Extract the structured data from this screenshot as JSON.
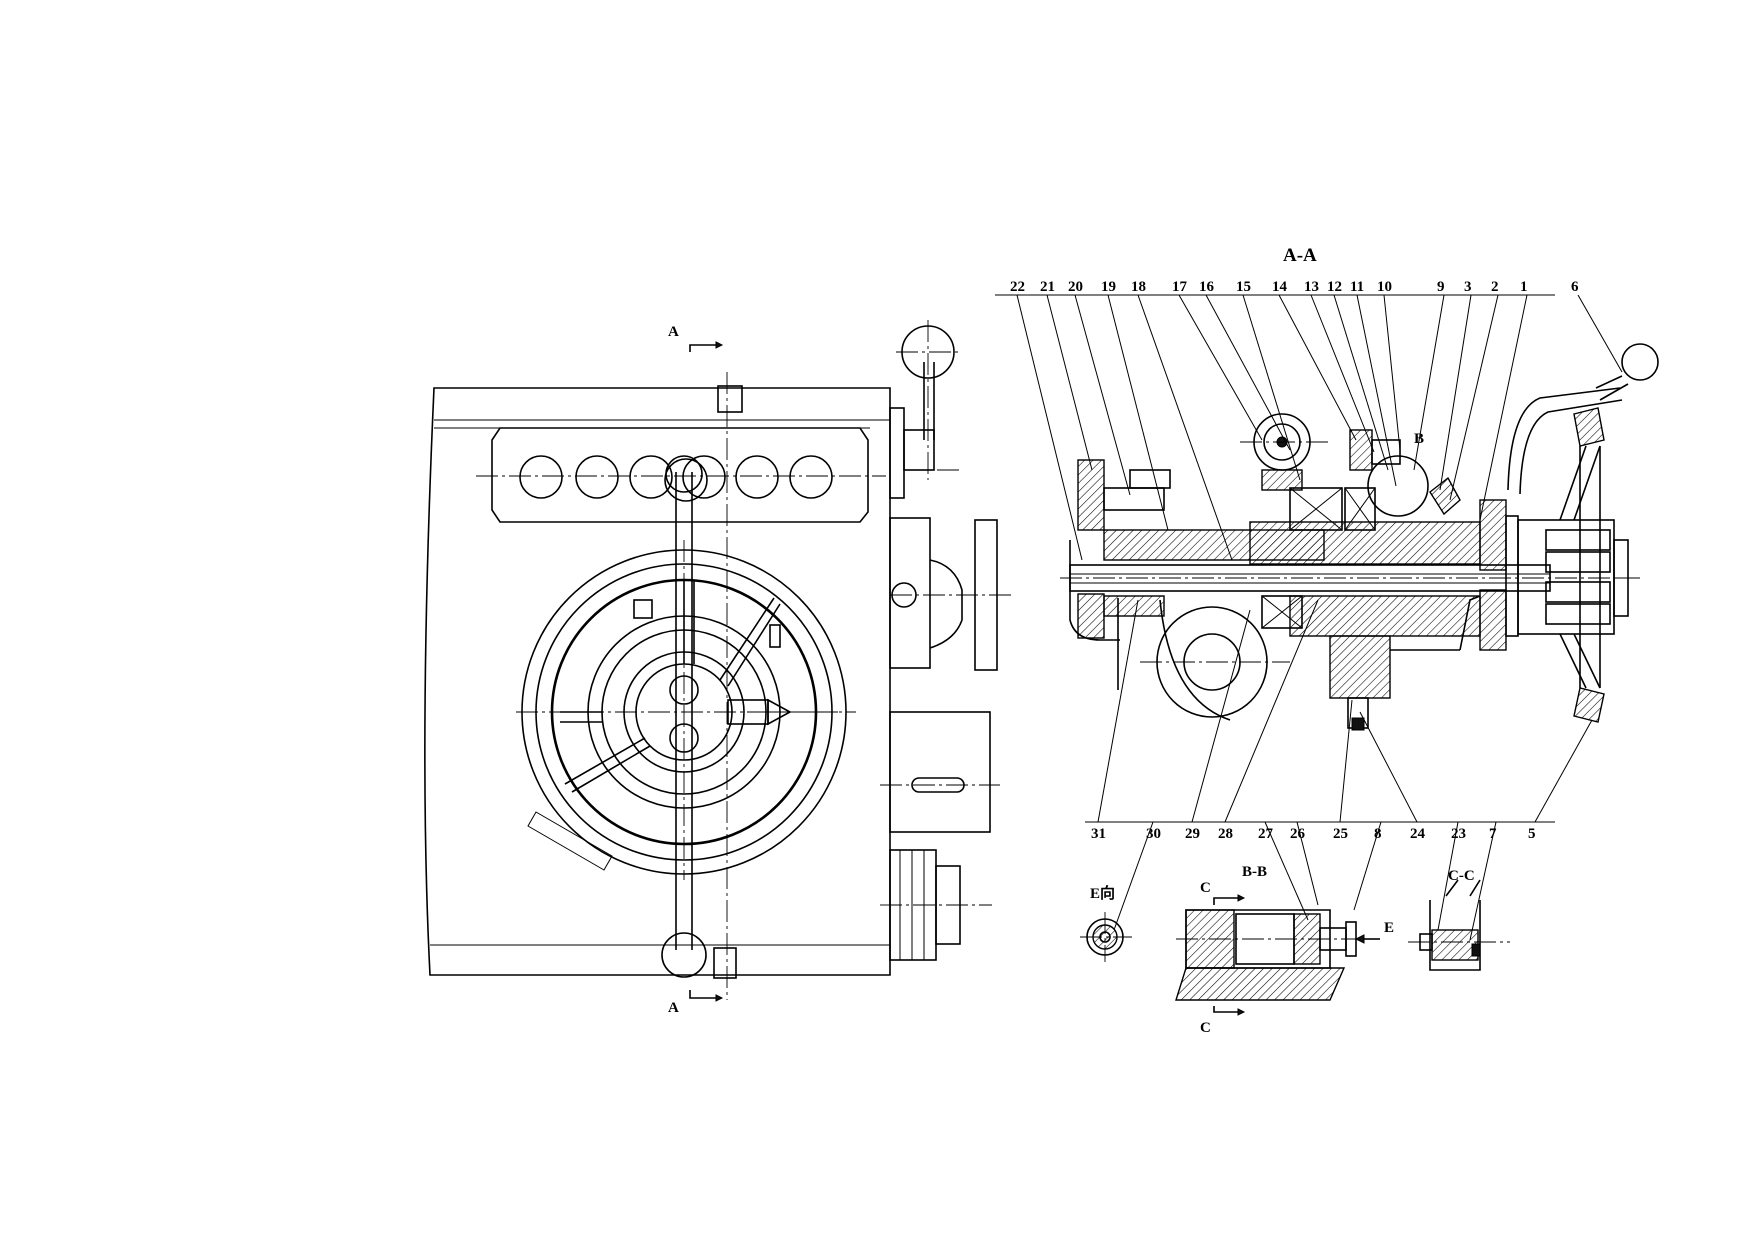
{
  "section_titles": {
    "aa": "A-A",
    "bb": "B-B",
    "cc": "C-C",
    "e_view": "E向"
  },
  "section_marks": {
    "a_top": "A",
    "a_bottom": "A",
    "b": "B",
    "c_top": "C",
    "c_bottom": "C",
    "e": "E"
  },
  "part_numbers_top": [
    "22",
    "21",
    "20",
    "19",
    "18",
    "17",
    "16",
    "15",
    "14",
    "13",
    "12",
    "11",
    "10",
    "9",
    "3",
    "2",
    "1",
    "6"
  ],
  "part_numbers_bottom": [
    "31",
    "30",
    "29",
    "28",
    "27",
    "26",
    "25",
    "8",
    "24",
    "23",
    "7",
    "5"
  ]
}
